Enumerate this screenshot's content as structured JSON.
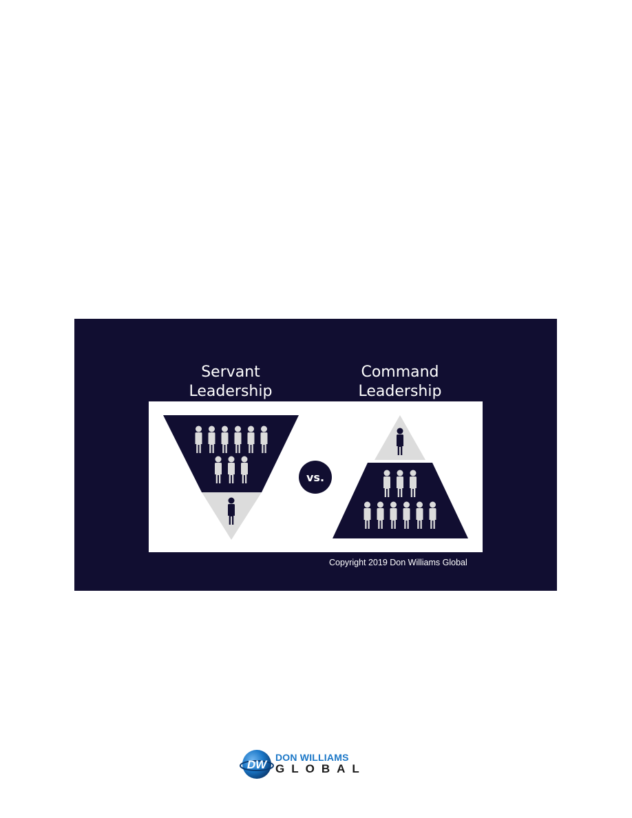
{
  "diagram": {
    "left_title": [
      "Servant",
      "Leadership"
    ],
    "right_title": [
      "Command",
      "Leadership"
    ],
    "versus_label": "vs.",
    "copyright": "Copyright 2019 Don Williams Global",
    "colors": {
      "banner": "#110e31",
      "triangle_dark": "#110e31",
      "triangle_light": "#dcdcdc",
      "person_light": "#dcdcdc",
      "person_dark": "#110e31"
    },
    "servant_pyramid": {
      "orientation": "inverted",
      "rows": [
        6,
        3,
        1
      ]
    },
    "command_pyramid": {
      "orientation": "upright",
      "rows": [
        1,
        3,
        6
      ]
    }
  },
  "logo": {
    "mark_letters": "DW",
    "line1": "DON WILLIAMS",
    "line2": "GLOBAL",
    "colors": {
      "blue": "#1b77c7",
      "dark": "#1a1a1a"
    }
  }
}
